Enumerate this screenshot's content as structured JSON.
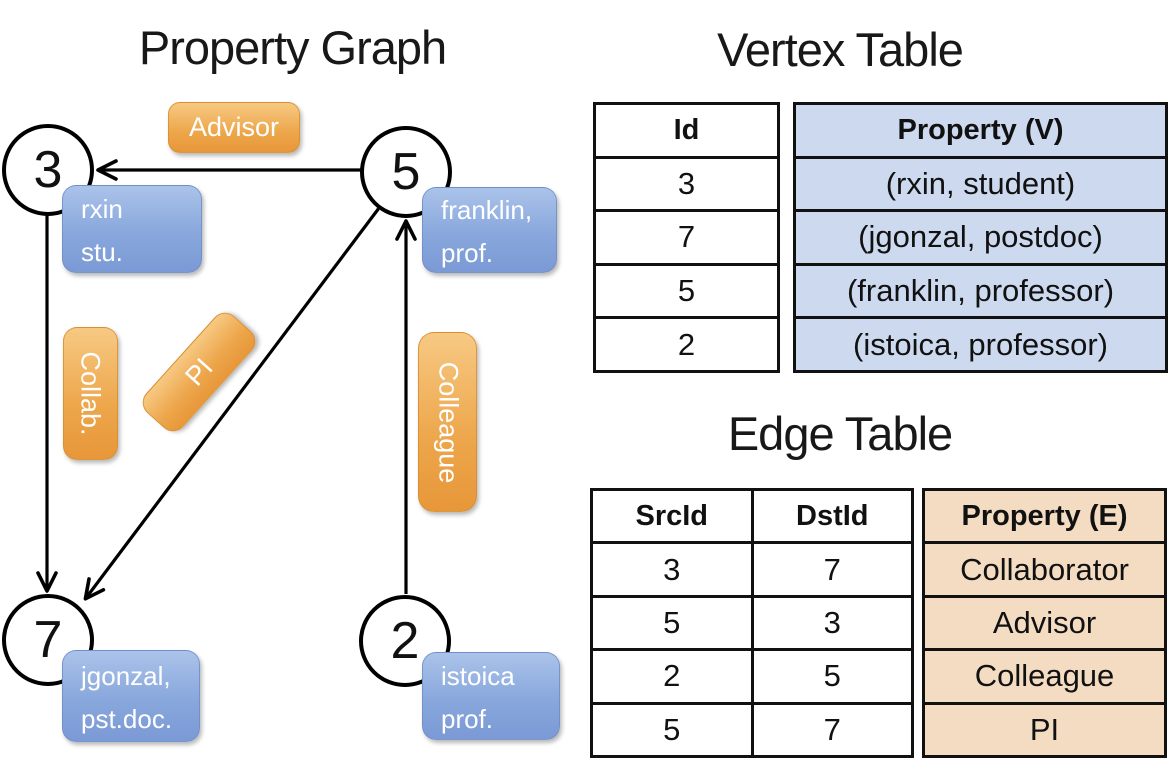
{
  "graph": {
    "title": "Property Graph",
    "nodes": [
      {
        "id": "3",
        "line1": "rxin",
        "line2": "stu."
      },
      {
        "id": "5",
        "line1": "franklin,",
        "line2": "prof."
      },
      {
        "id": "7",
        "line1": "jgonzal,",
        "line2": "pst.doc."
      },
      {
        "id": "2",
        "line1": "istoica",
        "line2": "prof."
      }
    ],
    "edge_labels": {
      "advisor": "Advisor",
      "collab": "Collab.",
      "pi": "PI",
      "colleague": "Colleague"
    }
  },
  "vertex_table": {
    "title": "Vertex Table",
    "columns": [
      "Id",
      "Property (V)"
    ],
    "rows": [
      [
        "3",
        "(rxin, student)"
      ],
      [
        "7",
        "(jgonzal, postdoc)"
      ],
      [
        "5",
        "(franklin, professor)"
      ],
      [
        "2",
        "(istoica, professor)"
      ]
    ]
  },
  "edge_table": {
    "title": "Edge Table",
    "columns": [
      "SrcId",
      "DstId",
      "Property (E)"
    ],
    "rows": [
      [
        "3",
        "7",
        "Collaborator"
      ],
      [
        "5",
        "3",
        "Advisor"
      ],
      [
        "2",
        "5",
        "Colleague"
      ],
      [
        "5",
        "7",
        "PI"
      ]
    ]
  },
  "colors": {
    "edge_label_box": "#eda64b",
    "vertex_label_box": "#88a7dc",
    "vertex_property_cell": "#ccd9ee",
    "edge_property_cell": "#f4dcc2",
    "table_border": "#111111",
    "line": "#000000",
    "background": "#ffffff"
  }
}
